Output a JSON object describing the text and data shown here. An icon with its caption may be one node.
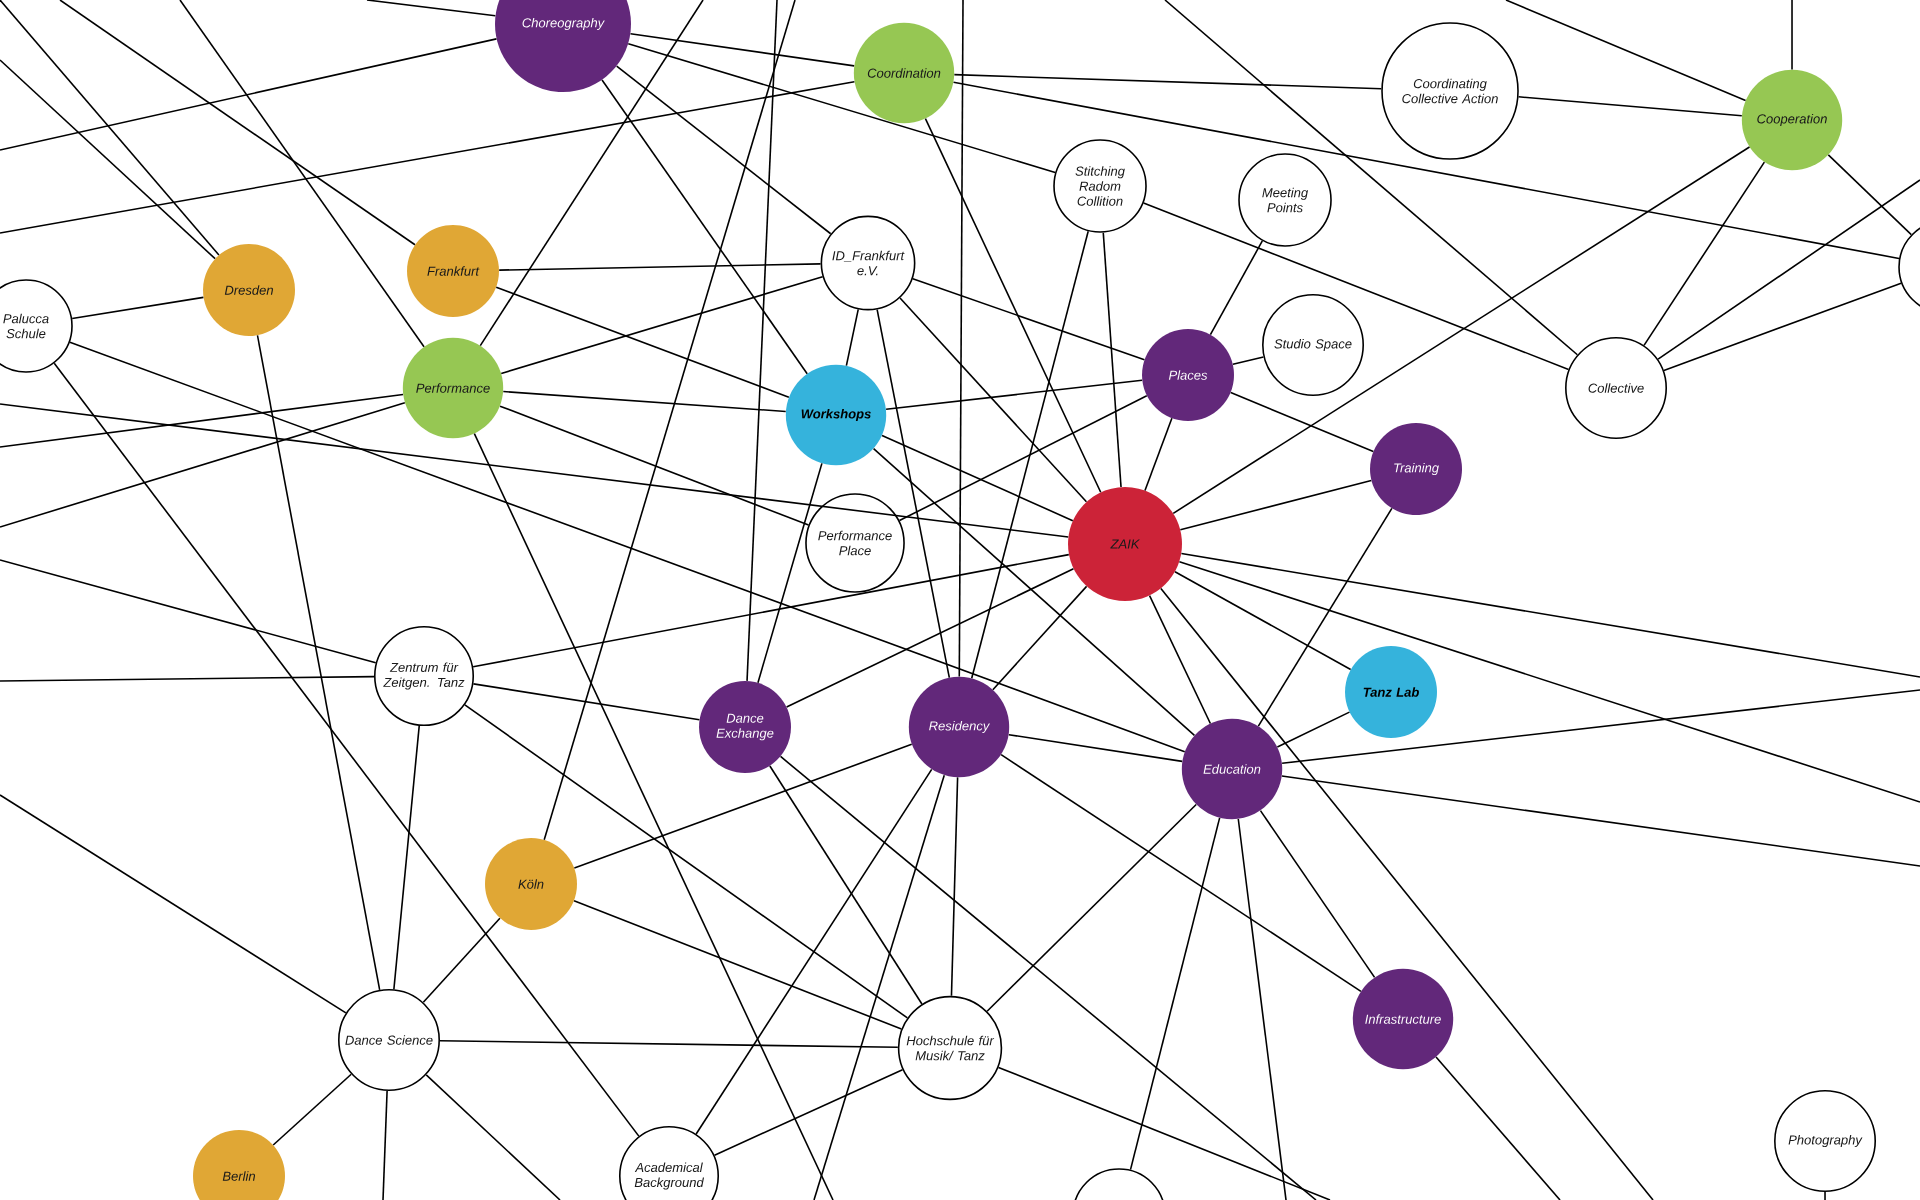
{
  "diagram": {
    "nodes": [
      {
        "text": [
          "Choreography"
        ]
      },
      {
        "text": [
          "Coordination"
        ]
      },
      {
        "text": [
          "Coordinating Collective Action"
        ]
      },
      {
        "text": [
          "Cooperation"
        ]
      },
      {
        "text": [
          "Stitching Radom Collition"
        ]
      },
      {
        "text": [
          "Meeting Points"
        ]
      },
      {
        "text": [
          "Dresden"
        ]
      },
      {
        "text": [
          "Frankfurt"
        ]
      },
      {
        "text": [
          "ID_Frankfurt e.V."
        ]
      },
      {
        "text": [
          "Palucca Schule"
        ]
      },
      {
        "text": [
          "Studio Space"
        ]
      },
      {
        "text": [
          "Places"
        ]
      },
      {
        "text": [
          "Collective"
        ]
      },
      {
        "text": [
          "Performance"
        ]
      },
      {
        "text": [
          "Workshops"
        ]
      },
      {
        "text": [
          "Training"
        ]
      },
      {
        "text": [
          "ZAIK"
        ]
      },
      {
        "text": [
          "Performance Place"
        ]
      },
      {
        "text": [
          "Zentrum für Zeitgen. Tanz"
        ]
      },
      {
        "text": [
          "Tanz Lab"
        ]
      },
      {
        "text": [
          "Dance Exchange"
        ]
      },
      {
        "text": [
          "Residency"
        ]
      },
      {
        "text": [
          "Education"
        ]
      },
      {
        "text": [
          "Köln"
        ]
      },
      {
        "text": [
          "Infrastructure"
        ]
      },
      {
        "text": [
          "Dance Science"
        ]
      },
      {
        "text": [
          "Hochschule für Musik/ Tanz"
        ]
      },
      {
        "text": [
          "Photography"
        ]
      },
      {
        "text": [
          "Berlin"
        ]
      },
      {
        "text": [
          "Academical Background"
        ]
      },
      {
        "text": [],
        "shape": "circle"
      },
      {
        "text": [],
        "shape": "circle"
      }
    ],
    "edges": [
      {
        "from": 0,
        "to": 1,
        "arrow": "none"
      },
      {
        "from": 0,
        "to": 4,
        "arrow": "none"
      },
      {
        "from": 0,
        "to": 8,
        "arrow": "none"
      },
      {
        "from": 0,
        "to": 14,
        "arrow": "none"
      },
      {
        "from": 0,
        "to": null,
        "arrow": "none"
      },
      {
        "from": 0,
        "to": null,
        "arrow": "none"
      },
      {
        "from": 1,
        "to": 2,
        "arrow": "none"
      },
      {
        "from": 1,
        "to": 16,
        "arrow": "none"
      },
      {
        "from": 1,
        "to": 31,
        "arrow": "none"
      },
      {
        "from": 1,
        "to": null,
        "arrow": "none"
      },
      {
        "from": 2,
        "to": 3,
        "arrow": "none"
      },
      {
        "from": 3,
        "to": 16,
        "arrow": "none"
      },
      {
        "from": 3,
        "to": 12,
        "arrow": "none"
      },
      {
        "from": 3,
        "to": 31,
        "arrow": "none"
      },
      {
        "from": 3,
        "to": null,
        "arrow": "none"
      },
      {
        "from": 3,
        "to": null,
        "arrow": "none"
      },
      {
        "from": 4,
        "to": 16,
        "arrow": "none"
      },
      {
        "from": 4,
        "to": 21,
        "arrow": "none"
      },
      {
        "from": 4,
        "to": 12,
        "arrow": "none"
      },
      {
        "from": 5,
        "to": 11,
        "arrow": "none"
      },
      {
        "from": 6,
        "to": 9,
        "arrow": "none"
      },
      {
        "from": 6,
        "to": 25,
        "arrow": "none"
      },
      {
        "from": 6,
        "to": null,
        "arrow": "none"
      },
      {
        "from": 6,
        "to": null,
        "arrow": "none"
      },
      {
        "from": 7,
        "to": 8,
        "arrow": "none"
      },
      {
        "from": 7,
        "to": 14,
        "arrow": "none"
      },
      {
        "from": 7,
        "to": null,
        "arrow": "none"
      },
      {
        "from": 8,
        "to": 13,
        "arrow": "none"
      },
      {
        "from": 8,
        "to": 14,
        "arrow": "none"
      },
      {
        "from": 8,
        "to": 11,
        "arrow": "none"
      },
      {
        "from": 8,
        "to": 16,
        "arrow": "none"
      },
      {
        "from": 8,
        "to": 21,
        "arrow": "none"
      },
      {
        "from": 9,
        "to": 29,
        "arrow": "none"
      },
      {
        "from": 9,
        "to": 22,
        "arrow": "none"
      },
      {
        "from": 10,
        "to": 11,
        "arrow": "none"
      },
      {
        "from": 11,
        "to": 14,
        "arrow": "none"
      },
      {
        "from": 11,
        "to": 15,
        "arrow": "none"
      },
      {
        "from": 11,
        "to": 16,
        "arrow": "none"
      },
      {
        "from": 11,
        "to": 17,
        "arrow": "none"
      },
      {
        "from": 12,
        "to": 31,
        "arrow": "none"
      },
      {
        "from": 12,
        "to": null,
        "arrow": "none"
      },
      {
        "from": 12,
        "to": null,
        "arrow": "none"
      },
      {
        "from": 13,
        "to": 14,
        "arrow": "none"
      },
      {
        "from": 13,
        "to": 17,
        "arrow": "none"
      },
      {
        "from": 13,
        "to": null,
        "arrow": "none"
      },
      {
        "from": 13,
        "to": null,
        "arrow": "none"
      },
      {
        "from": 13,
        "to": null,
        "arrow": "none"
      },
      {
        "from": 13,
        "to": null,
        "arrow": "none"
      },
      {
        "from": 13,
        "to": null,
        "arrow": "none"
      },
      {
        "from": 14,
        "to": 20,
        "arrow": "none"
      },
      {
        "from": 14,
        "to": 16,
        "arrow": "none"
      },
      {
        "from": 14,
        "to": 22,
        "arrow": "none"
      },
      {
        "from": 15,
        "to": 16,
        "arrow": "none"
      },
      {
        "from": 15,
        "to": 22,
        "arrow": "none"
      },
      {
        "from": 16,
        "to": 18,
        "arrow": "none"
      },
      {
        "from": 16,
        "to": 20,
        "arrow": "none"
      },
      {
        "from": 16,
        "to": 21,
        "arrow": "none"
      },
      {
        "from": 16,
        "to": 22,
        "arrow": "none"
      },
      {
        "from": 16,
        "to": 19,
        "arrow": "none"
      },
      {
        "from": 16,
        "to": null,
        "arrow": "none"
      },
      {
        "from": 16,
        "to": null,
        "arrow": "none"
      },
      {
        "from": 16,
        "to": null,
        "arrow": "none"
      },
      {
        "from": 16,
        "to": null,
        "arrow": "none"
      },
      {
        "from": 18,
        "to": 20,
        "arrow": "none"
      },
      {
        "from": 18,
        "to": 25,
        "arrow": "none"
      },
      {
        "from": 18,
        "to": 26,
        "arrow": "none"
      },
      {
        "from": 18,
        "to": null,
        "arrow": "none"
      },
      {
        "from": 18,
        "to": null,
        "arrow": "none"
      },
      {
        "from": 19,
        "to": 22,
        "arrow": "none"
      },
      {
        "from": 20,
        "to": 26,
        "arrow": "none"
      },
      {
        "from": 20,
        "to": null,
        "arrow": "none"
      },
      {
        "from": 20,
        "to": null,
        "arrow": "none"
      },
      {
        "from": 21,
        "to": 22,
        "arrow": "none"
      },
      {
        "from": 21,
        "to": 23,
        "arrow": "none"
      },
      {
        "from": 21,
        "to": 26,
        "arrow": "none"
      },
      {
        "from": 21,
        "to": 29,
        "arrow": "none"
      },
      {
        "from": 21,
        "to": 24,
        "arrow": "none"
      },
      {
        "from": 21,
        "to": null,
        "arrow": "none"
      },
      {
        "from": 21,
        "to": null,
        "arrow": "none"
      },
      {
        "from": 22,
        "to": 24,
        "arrow": "none"
      },
      {
        "from": 22,
        "to": 26,
        "arrow": "none"
      },
      {
        "from": 22,
        "to": 30,
        "arrow": "none"
      },
      {
        "from": 22,
        "to": null,
        "arrow": "none"
      },
      {
        "from": 22,
        "to": null,
        "arrow": "none"
      },
      {
        "from": 22,
        "to": null,
        "arrow": "none"
      },
      {
        "from": 23,
        "to": 25,
        "arrow": "none"
      },
      {
        "from": 23,
        "to": 26,
        "arrow": "none"
      },
      {
        "from": 23,
        "to": null,
        "arrow": "none"
      },
      {
        "from": 24,
        "to": null,
        "arrow": "none"
      },
      {
        "from": 25,
        "to": 26,
        "arrow": "none"
      },
      {
        "from": 25,
        "to": 28,
        "arrow": "none"
      },
      {
        "from": 25,
        "to": null,
        "arrow": "none"
      },
      {
        "from": 25,
        "to": null,
        "arrow": "none"
      },
      {
        "from": 25,
        "to": null,
        "arrow": "none"
      },
      {
        "from": 26,
        "to": 29,
        "arrow": "none"
      },
      {
        "from": 26,
        "to": null,
        "arrow": "none"
      },
      {
        "from": 27,
        "to": null,
        "arrow": "none"
      }
    ]
  }
}
